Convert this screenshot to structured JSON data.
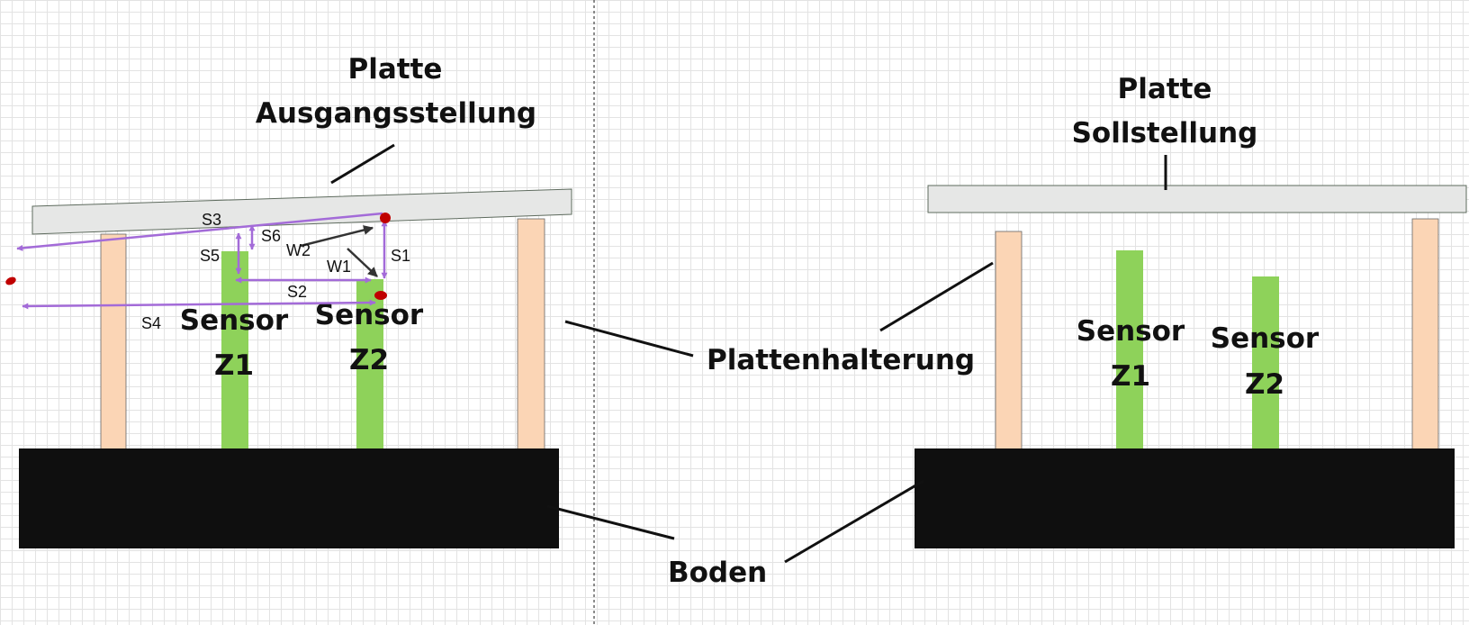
{
  "colors": {
    "plate": "#e6e7e6",
    "plate_border": "#5e6b5e",
    "holder": "#fbd5b5",
    "sensor": "#8ed25a",
    "floor": "#0f0f0f",
    "measure": "#a36bd8",
    "vector": "#333333",
    "marker": "#c00000",
    "leader": "#111111"
  },
  "left": {
    "plate_title_line1": "Platte",
    "plate_title_line2": "Ausgangsstellung",
    "sensor1_line1": "Sensor",
    "sensor1_line2": "Z1",
    "sensor2_line1": "Sensor",
    "sensor2_line2": "Z2",
    "measures": {
      "s1": "S1",
      "s2": "S2",
      "s3": "S3",
      "s4": "S4",
      "s5": "S5",
      "s6": "S6",
      "w1": "W1",
      "w2": "W2"
    }
  },
  "right": {
    "plate_title_line1": "Platte",
    "plate_title_line2": "Sollstellung",
    "sensor1_line1": "Sensor",
    "sensor1_line2": "Z1",
    "sensor2_line1": "Sensor",
    "sensor2_line2": "Z2"
  },
  "labels": {
    "holder": "Plattenhalterung",
    "floor": "Boden"
  }
}
